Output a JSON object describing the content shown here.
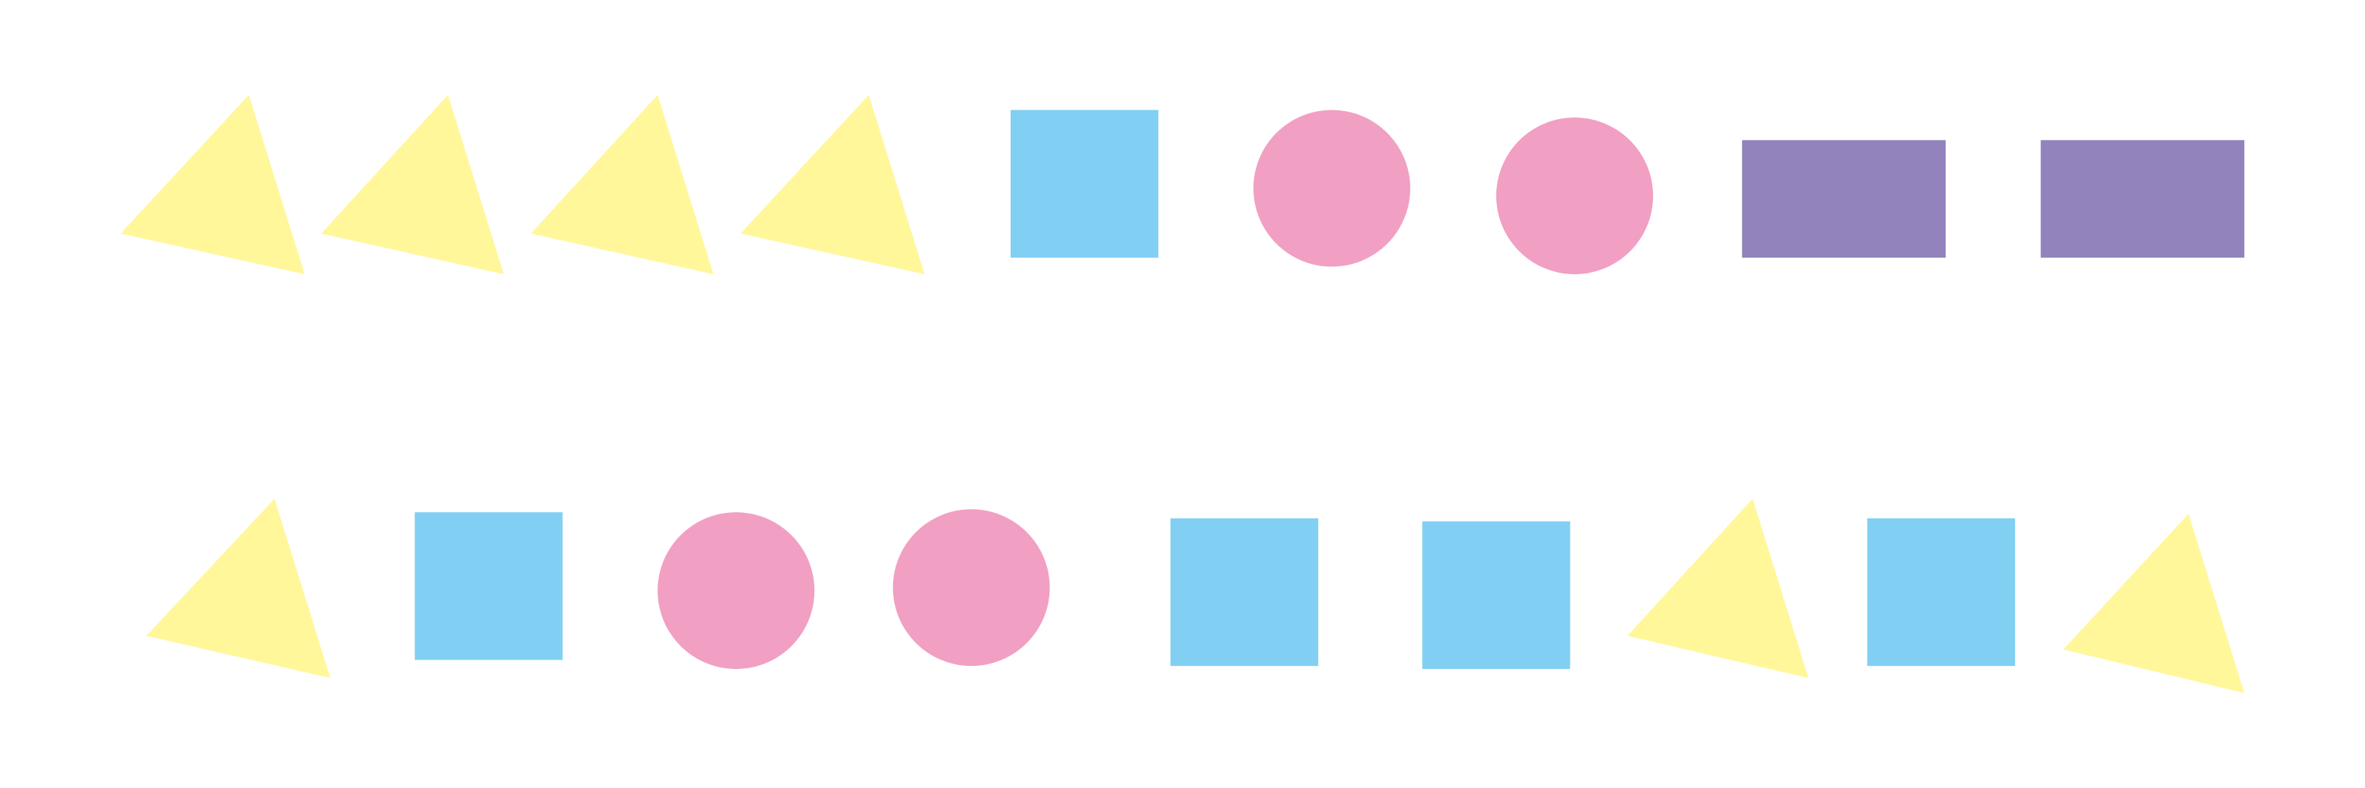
{
  "colors": {
    "triangle": "#FFF79A",
    "square": "#81CFF3",
    "circle": "#F19FC3",
    "rectangle": "#9283BC",
    "background": "#FFFFFF"
  },
  "rows": [
    {
      "shapes": [
        "triangle",
        "triangle",
        "triangle",
        "triangle",
        "square",
        "circle",
        "circle",
        "rectangle",
        "rectangle"
      ]
    },
    {
      "shapes": [
        "triangle",
        "square",
        "circle",
        "circle",
        "square",
        "square",
        "triangle",
        "square",
        "triangle"
      ]
    }
  ]
}
